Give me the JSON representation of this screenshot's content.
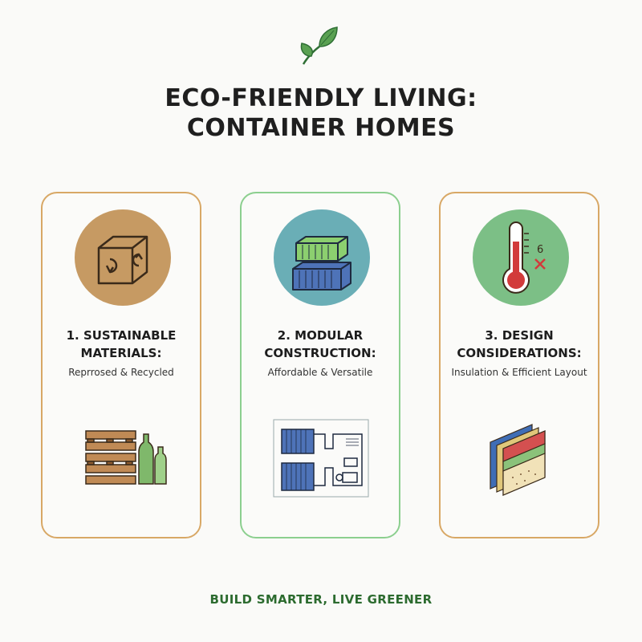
{
  "title": {
    "line1": "ECO-FRIENDLY LIVING:",
    "line2": "CONTAINER HOMES"
  },
  "cards": [
    {
      "heading_line1": "1. SUSTAINABLE",
      "heading_line2": "MATERIALS:",
      "subtitle": "Reprrosed & Recycled",
      "circle_color": "#c69a63",
      "icon": "recycle-box-icon",
      "illustration": "pallets-and-bottles"
    },
    {
      "heading_line1": "2. MODULAR",
      "heading_line2": "CONSTRUCTION:",
      "subtitle": "Affordable & Versatile",
      "circle_color": "#6aaeb6",
      "icon": "stacked-containers-icon",
      "illustration": "floor-plan"
    },
    {
      "heading_line1": "3. DESIGN",
      "heading_line2": "CONSIDERATIONS:",
      "subtitle": "Insulation & Efficient Layout",
      "circle_color": "#7cbf86",
      "icon": "thermometer-icon",
      "thermometer_mark": "6",
      "illustration": "insulation-layers"
    }
  ],
  "footer": "BUILD SMARTER, LIVE GREENER",
  "colors": {
    "accent_green": "#2c6b2f",
    "card_border_tan": "#d8a866",
    "card_border_green": "#8ccf8f"
  }
}
